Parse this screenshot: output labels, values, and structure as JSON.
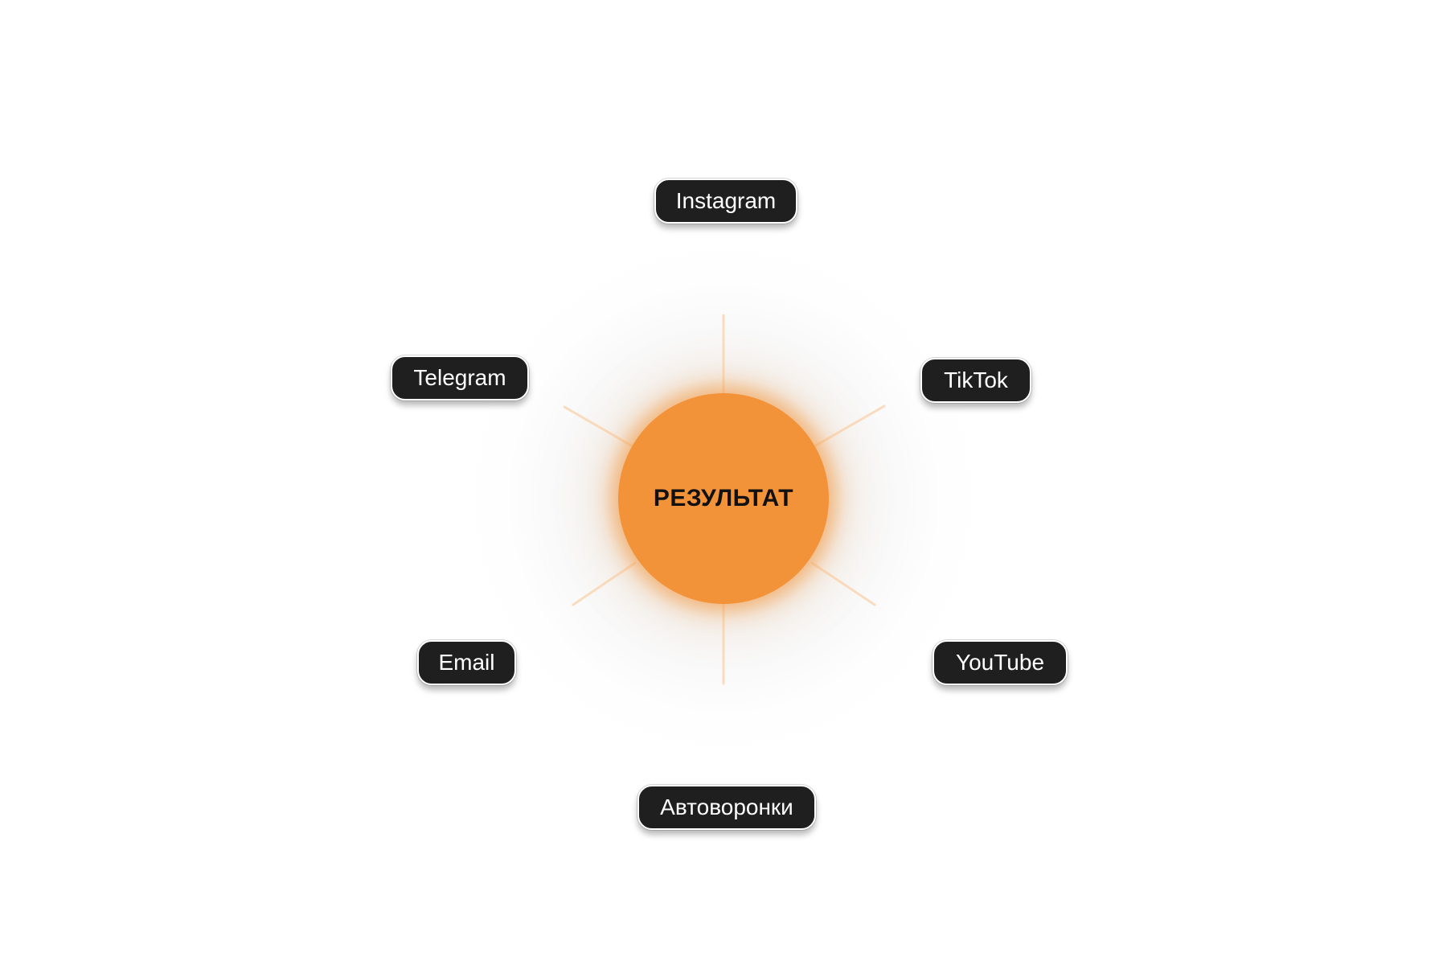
{
  "center": {
    "label": "РЕЗУЛЬТАТ",
    "color": "#f39339"
  },
  "nodes": {
    "instagram": "Instagram",
    "telegram": "Telegram",
    "tiktok": "TikTok",
    "email": "Email",
    "youtube": "YouTube",
    "avtovoronki": "Автоворонки"
  },
  "colors": {
    "node_background": "#1f1f1f",
    "node_text": "#ffffff",
    "ray": "#f9dcc0"
  }
}
